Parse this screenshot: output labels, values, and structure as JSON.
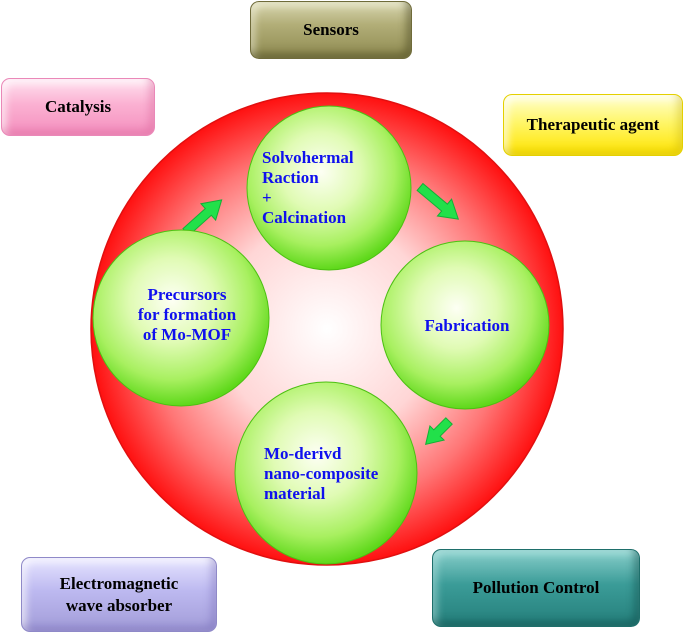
{
  "applications": {
    "sensors": "Sensors",
    "catalysis": "Catalysis",
    "therapeutic": "Therapeutic agent",
    "electromagnetic": [
      "Electromagnetic",
      "wave absorber"
    ],
    "pollution": "Pollution Control"
  },
  "stages": {
    "solvothermal": [
      "Solvohermal",
      "Raction",
      "+",
      "Calcination"
    ],
    "fabrication": "Fabrication",
    "mo_derived": [
      "Mo-derivd",
      "nano-composite",
      "material"
    ],
    "precursors": [
      "Precursors",
      "for formation",
      "of Mo-MOF"
    ]
  },
  "colors": {
    "outer_circle": "#ff1a1a",
    "stage_sphere": "#7cf02e",
    "arrow": "#22e04a",
    "stage_text": "#1010ee"
  }
}
